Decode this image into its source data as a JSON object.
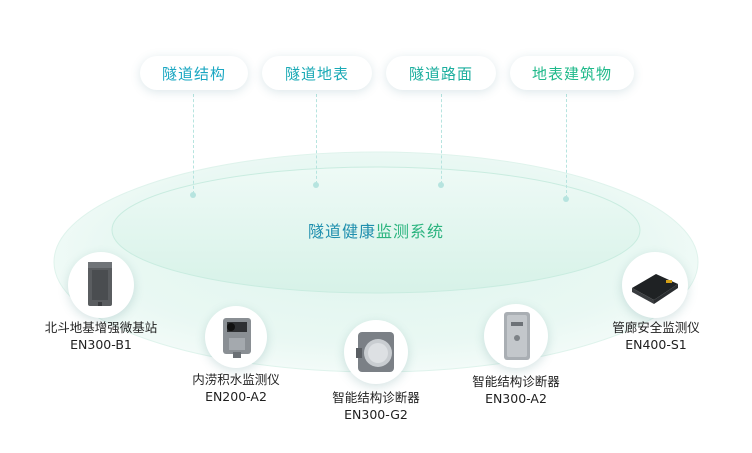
{
  "categories": [
    {
      "label": "隧道结构"
    },
    {
      "label": "隧道地表"
    },
    {
      "label": "隧道路面"
    },
    {
      "label": "地表建筑物"
    }
  ],
  "center": {
    "prefix": "隧道健康",
    "accent": "监测系统"
  },
  "devices": [
    {
      "name": "北斗地基增强微基站",
      "model": "EN300-B1",
      "icon": "gnss-base-station-icon"
    },
    {
      "name": "内涝积水监测仪",
      "model": "EN200-A2",
      "icon": "water-level-sensor-icon"
    },
    {
      "name": "智能结构诊断器",
      "model": "EN300-G2",
      "icon": "structure-diagnoser-icon"
    },
    {
      "name": "智能结构诊断器",
      "model": "EN300-A2",
      "icon": "structure-diagnoser-panel-icon"
    },
    {
      "name": "管廊安全监测仪",
      "model": "EN400-S1",
      "icon": "pipe-gallery-monitor-icon"
    }
  ],
  "colors": {
    "teal": "#1a9fb7",
    "green": "#2bb47f",
    "ring": "#e6f6f1"
  }
}
